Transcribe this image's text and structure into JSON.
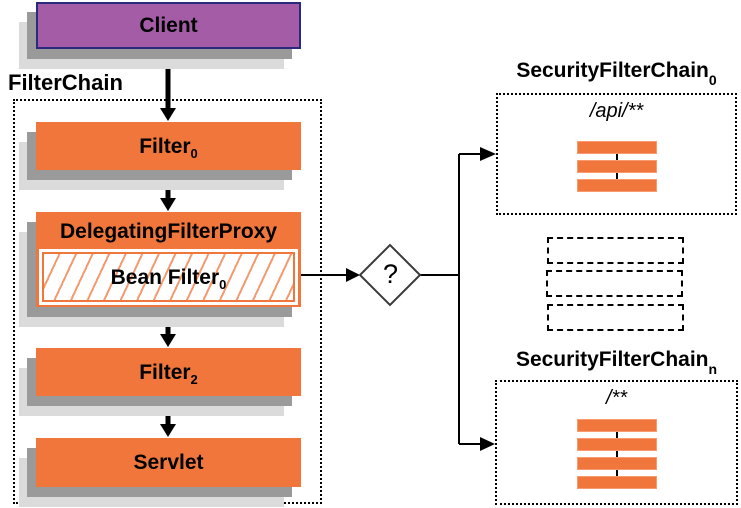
{
  "client": {
    "label": "Client"
  },
  "filter_chain": {
    "label": "FilterChain",
    "boxes": {
      "filter0": {
        "label": "Filter",
        "subscript": "0"
      },
      "delegating_filter_proxy": {
        "label": "DelegatingFilterProxy"
      },
      "bean_filter": {
        "label": "Bean Filter",
        "subscript": "0"
      },
      "filter2": {
        "label": "Filter",
        "subscript": "2"
      },
      "servlet": {
        "label": "Servlet"
      }
    }
  },
  "decision_diamond": {
    "label": "?"
  },
  "security_filter_chain_0": {
    "title": "SecurityFilterChain",
    "subscript": "0",
    "url_pattern": "/api/**",
    "filter_bar_count": 3
  },
  "candidate_chain_placeholders": {
    "count": 3
  },
  "security_filter_chain_n": {
    "title": "SecurityFilterChain",
    "subscript": "n",
    "url_pattern": "/**",
    "filter_bar_count": 4
  },
  "colors": {
    "orange": "#F1763C",
    "hatch_orange": "#F59A6F",
    "purple": "#A55CA6",
    "purple_border": "#29297E",
    "shadow_dark": "#9A9A9A",
    "shadow_light": "#DBDBDB",
    "line_black": "#000000"
  }
}
